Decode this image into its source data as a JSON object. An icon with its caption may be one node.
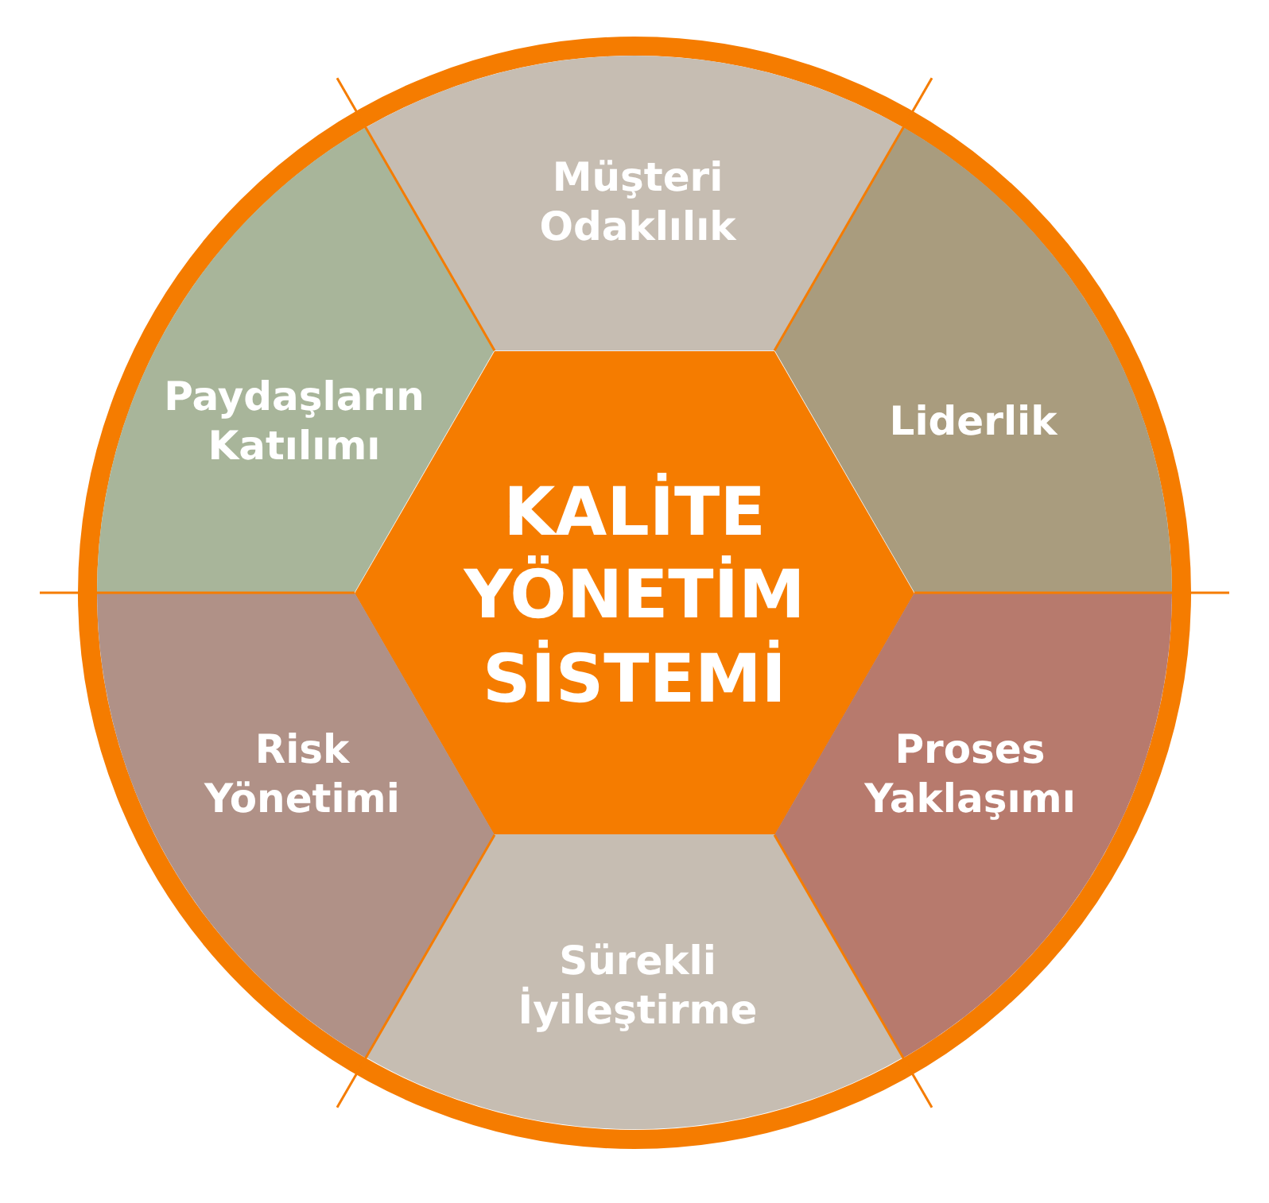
{
  "diagram": {
    "nodes": [
      {
        "text": [
          "Müşteri Odaklılık"
        ]
      },
      {
        "text": [
          "Paydaşların Katılımı"
        ]
      },
      {
        "text": [
          "Liderlik"
        ]
      },
      {
        "text": [
          "KALİTE YÖNETİM SİSTEMİ"
        ]
      },
      {
        "text": [
          "Risk Yönetimi"
        ]
      },
      {
        "text": [
          "Proses Yaklaşımı"
        ]
      },
      {
        "text": [
          "Sürekli İyileştirme"
        ]
      }
    ]
  }
}
